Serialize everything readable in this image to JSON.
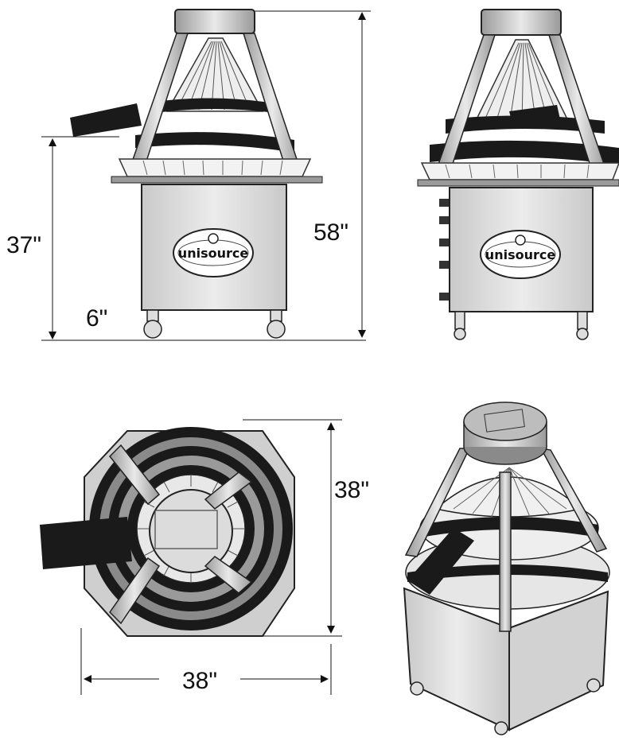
{
  "views": {
    "front": {
      "height_label": "37\"",
      "overall_height_label": "58\"",
      "offset_label": "6\"",
      "logo": "unisource"
    },
    "side": {
      "logo": "unisource"
    },
    "top": {
      "depth_label": "38\"",
      "width_label": "38\""
    },
    "isometric": {}
  },
  "colors": {
    "steel": "#d9d9d9",
    "steel_dark": "#8c8c8c",
    "belt": "#1a1a1a",
    "line": "#111111",
    "panel": "#e6e6e6"
  }
}
